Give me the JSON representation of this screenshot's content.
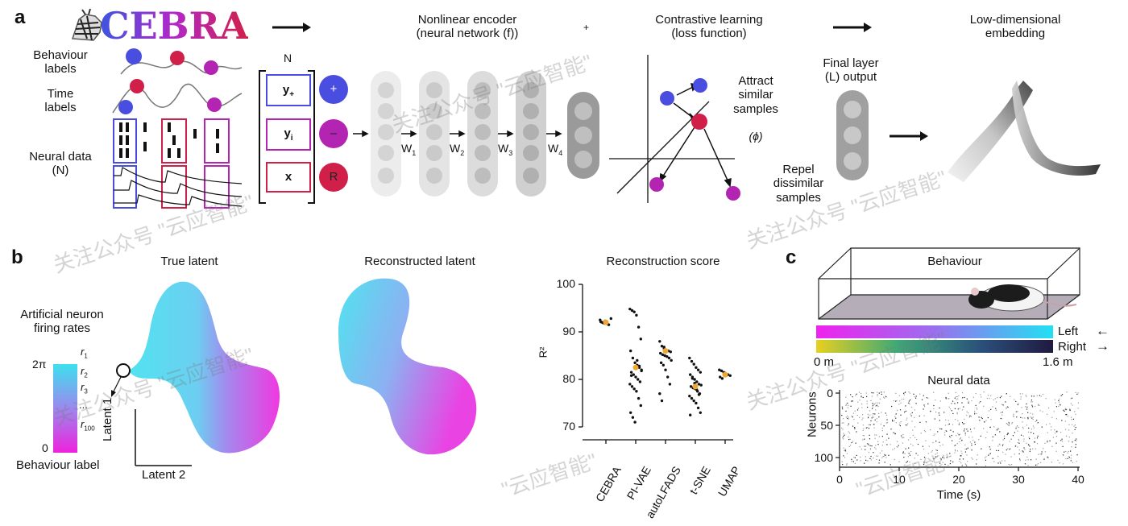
{
  "panel_a": {
    "letter": "a",
    "logo_text": "CEBRA",
    "behaviour_labels": [
      "Behaviour",
      "labels"
    ],
    "time_labels": [
      "Time",
      "labels"
    ],
    "neural_data": [
      "Neural data",
      "(N)"
    ],
    "matrix_top": "N",
    "rows": [
      {
        "label": "y",
        "sub": "+",
        "sign": "+"
      },
      {
        "label": "y",
        "sub": "i",
        "sign": "–"
      },
      {
        "label": "x",
        "sub": "",
        "sign": "R"
      }
    ],
    "encoder_title": [
      "Nonlinear encoder",
      "(neural network (f))"
    ],
    "encoder_corner": "+",
    "weights": [
      {
        "w": "W",
        "sub": "1"
      },
      {
        "w": "W",
        "sub": "2"
      },
      {
        "w": "W",
        "sub": "3"
      },
      {
        "w": "W",
        "sub": "4"
      }
    ],
    "contrastive_title": [
      "Contrastive learning",
      "(loss function)"
    ],
    "attract": [
      "Attract",
      "similar",
      "samples"
    ],
    "phi": "(ϕ)",
    "repel": [
      "Repel",
      "dissimilar",
      "samples"
    ],
    "final_layer": [
      "Final layer",
      "(L) output"
    ],
    "embedding_title": [
      "Low-dimensional",
      "embedding"
    ]
  },
  "panel_b": {
    "letter": "b",
    "true_latent": "True latent",
    "reconstructed_latent": "Reconstructed latent",
    "reconstruction_score": "Reconstruction score",
    "neuron_label": [
      "Artificial neuron",
      "firing rates"
    ],
    "colorbar_top": "2π",
    "colorbar_bottom": "0",
    "colorbar_caption": "Behaviour label",
    "neurons": [
      {
        "r": "r",
        "sub": "1"
      },
      {
        "r": "r",
        "sub": "2"
      },
      {
        "r": "r",
        "sub": "3"
      },
      {
        "r": "...",
        "sub": ""
      },
      {
        "r": "r",
        "sub": "100"
      }
    ],
    "latent1": "Latent 1",
    "latent2": "Latent 2"
  },
  "chart_data": {
    "type": "scatter",
    "title": "Reconstruction score",
    "ylabel": "R²",
    "ylim": [
      70,
      100
    ],
    "yticks": [
      70,
      80,
      90,
      100
    ],
    "categories": [
      "CEBRA",
      "PI-VAE",
      "autoLFADS",
      "t-SNE",
      "UMAP"
    ],
    "means": [
      92,
      82.5,
      86,
      78.5,
      81
    ],
    "points": [
      [
        92.5,
        92.0,
        91.8,
        92.2,
        91.5,
        92.8,
        92.1,
        91.9,
        92.3,
        91.7
      ],
      [
        94.8,
        94.5,
        94.2,
        93.5,
        91.0,
        88.5,
        86.0,
        84.5,
        83.5,
        83.0,
        82.5,
        82.0,
        81.5,
        81.0,
        80.5,
        80.0,
        79.5,
        79.0,
        78.5,
        78.0,
        77.5,
        76.0,
        74.5,
        73.0,
        72.0,
        71.0,
        84.0,
        82.8,
        81.8,
        80.8
      ],
      [
        88.0,
        87.0,
        86.5,
        86.2,
        86.0,
        85.8,
        85.5,
        85.2,
        85.0,
        84.8,
        84.5,
        84.0,
        83.5,
        83.0,
        82.0,
        80.5,
        79.0,
        77.0,
        75.5,
        86.8
      ],
      [
        84.5,
        83.8,
        83.2,
        82.5,
        82.0,
        81.5,
        81.0,
        80.5,
        80.0,
        79.5,
        79.0,
        78.8,
        78.5,
        78.2,
        78.0,
        77.5,
        77.0,
        76.5,
        76.0,
        75.5,
        75.0,
        74.0,
        73.0,
        72.5,
        80.2,
        79.2,
        77.8,
        76.8
      ],
      [
        82.0,
        81.8,
        81.5,
        81.2,
        81.0,
        80.8,
        80.5,
        80.2,
        81.4,
        80.9
      ]
    ],
    "colors": {
      "points": "#111111",
      "mean": "#f0a830"
    }
  },
  "panel_c": {
    "letter": "c",
    "behaviour": "Behaviour",
    "left": "Left",
    "right": "Right",
    "left_arrow": "←",
    "right_arrow": "→",
    "start": "0 m",
    "end": "1.6 m",
    "neural_title": "Neural data",
    "neurons_label": "Neurons",
    "time_label": "Time (s)",
    "yticks": [
      "0",
      "50",
      "100"
    ],
    "xticks": [
      "0",
      "10",
      "20",
      "30",
      "40"
    ]
  },
  "watermark": [
    "关注公众号 \"云应智能\"",
    "\"云应智能\"",
    "关注公众号"
  ],
  "colors": {
    "blue": "#4a4ee0",
    "magenta": "#b324b3",
    "crimson": "#d0204a",
    "cyan": "#3de0ee",
    "pink": "#ee22dd"
  }
}
